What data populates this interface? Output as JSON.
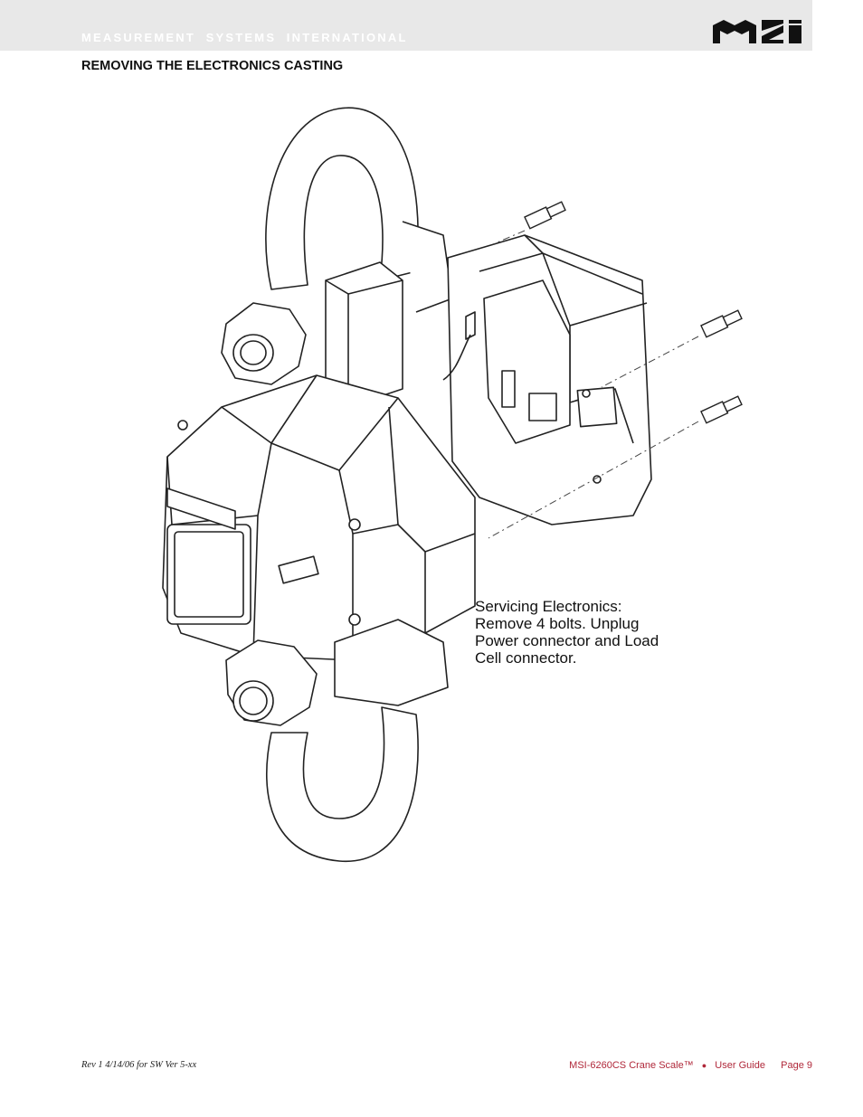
{
  "header": {
    "company": "MEASUREMENT  SYSTEMS  INTERNATIONAL",
    "logo_icon": "msi-logo",
    "band_color": "#e8e8e8"
  },
  "section": {
    "title": "REMOVING THE ELECTRONICS CASTING"
  },
  "figure": {
    "icon": "crane-scale-exploded-drawing",
    "callout_lines": [
      "Servicing Electronics:",
      "Remove 4 bolts. Unplug",
      "Power connector and Load",
      "Cell connector."
    ]
  },
  "footer": {
    "revision": "Rev 1  4/14/06 for SW Ver 5-xx",
    "product": "MSI-6260CS Crane Scale™",
    "guide": "User Guide",
    "page": "Page 9",
    "accent_color": "#b0283a"
  }
}
